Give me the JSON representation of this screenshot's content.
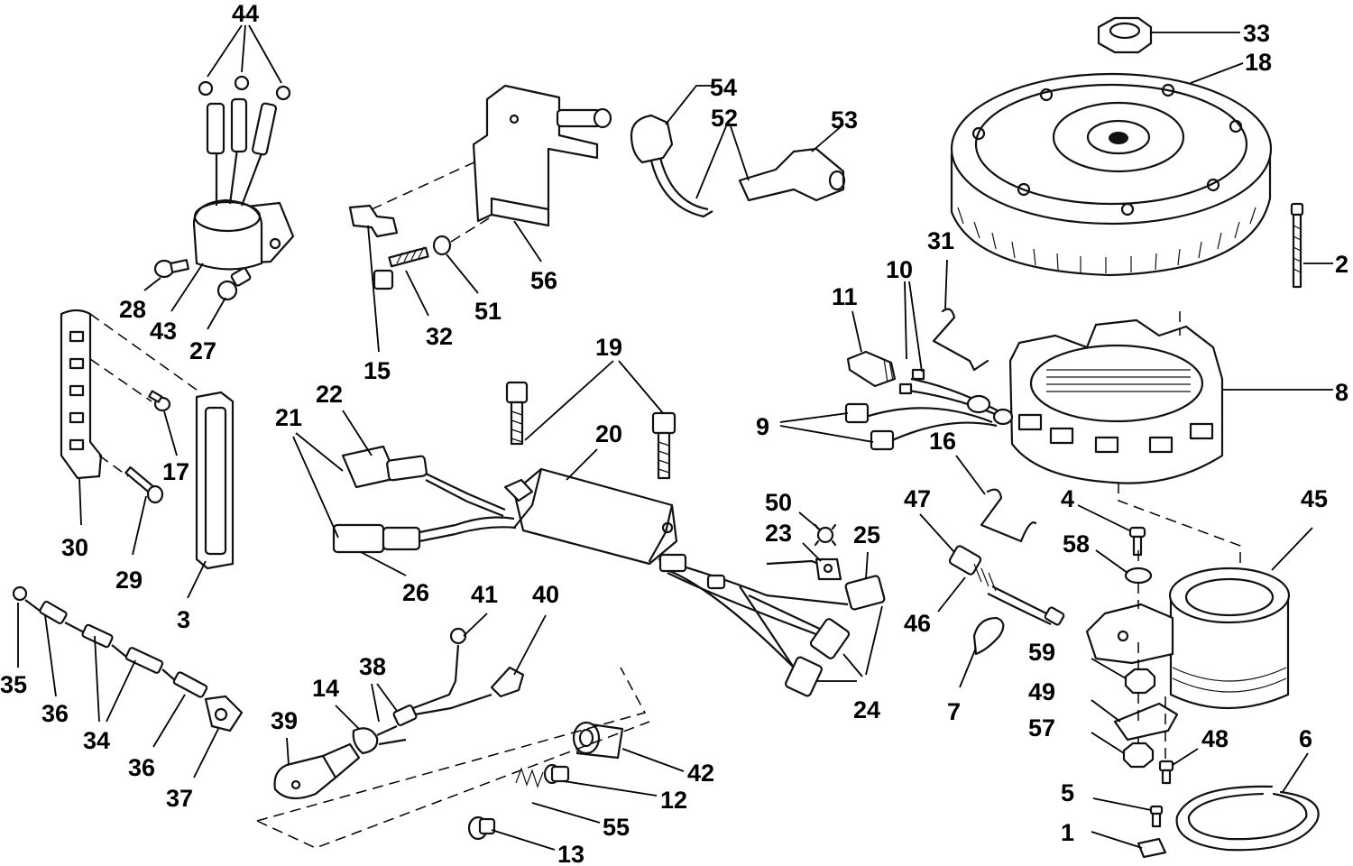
{
  "callouts": {
    "c1": "1",
    "c2": "2",
    "c3": "3",
    "c4": "4",
    "c5": "5",
    "c6": "6",
    "c7": "7",
    "c8": "8",
    "c9": "9",
    "c10": "10",
    "c11": "11",
    "c12": "12",
    "c13": "13",
    "c14": "14",
    "c15": "15",
    "c16": "16",
    "c17": "17",
    "c18": "18",
    "c19": "19",
    "c20": "20",
    "c21": "21",
    "c22": "22",
    "c23": "23",
    "c24": "24",
    "c25": "25",
    "c26": "26",
    "c27": "27",
    "c28": "28",
    "c29": "29",
    "c30": "30",
    "c31": "31",
    "c32": "32",
    "c33": "33",
    "c34": "34",
    "c35": "35",
    "c36a": "36",
    "c36b": "36",
    "c37": "37",
    "c38": "38",
    "c39": "39",
    "c40": "40",
    "c41": "41",
    "c42": "42",
    "c43": "43",
    "c44": "44",
    "c45": "45",
    "c46": "46",
    "c47": "47",
    "c48": "48",
    "c49": "49",
    "c50": "50",
    "c51": "51",
    "c52": "52",
    "c53": "53",
    "c54": "54",
    "c55": "55",
    "c56": "56",
    "c57": "57",
    "c58": "58",
    "c59": "59"
  },
  "colors": {
    "ink": "#111111",
    "paper": "#ffffff"
  }
}
